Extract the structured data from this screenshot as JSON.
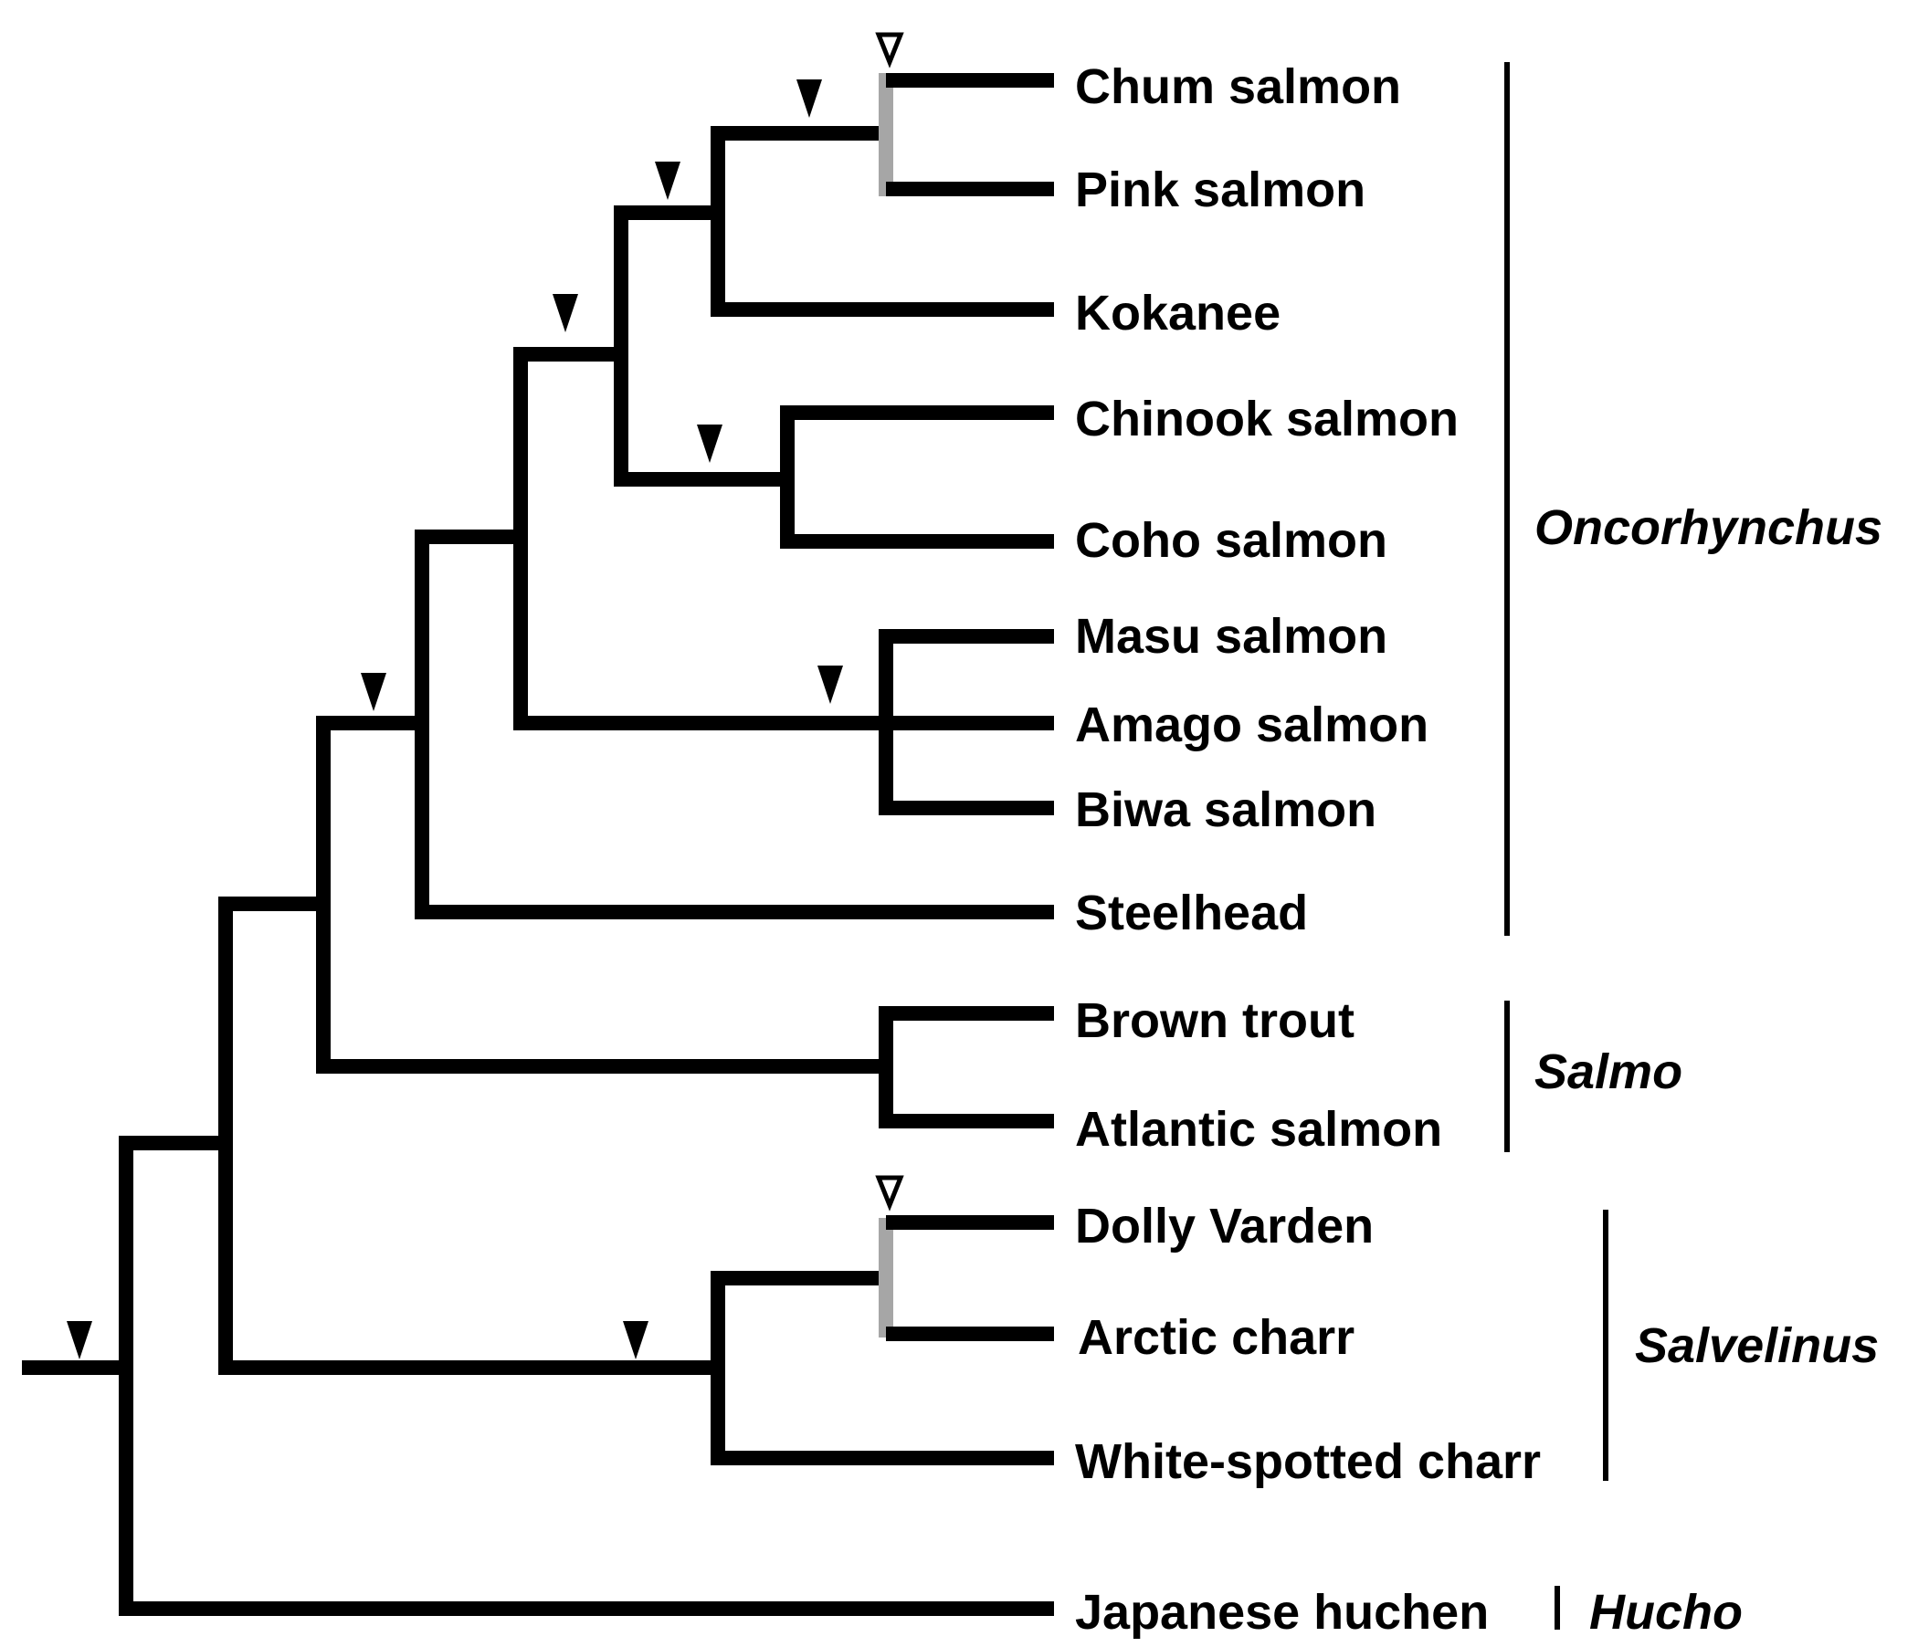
{
  "taxa": [
    "Chum salmon",
    "Pink salmon",
    "Kokanee",
    "Chinook salmon",
    "Coho salmon",
    "Masu salmon",
    "Amago salmon",
    "Biwa salmon",
    "Steelhead",
    "Brown trout",
    "Atlantic salmon",
    "Dolly Varden",
    "Arctic charr",
    "White-spotted charr",
    "Japanese huchen"
  ],
  "genera": [
    "Oncorhynchus",
    "Salmo",
    "Salvelinus",
    "Hucho"
  ],
  "colors": {
    "branch": "#000000",
    "polytomy_highlight": "#a6a6a6",
    "marker_filled": "#000000",
    "marker_open": "#ffffff"
  },
  "legend_markers": {
    "filled": "filled-triangle",
    "open": "open-triangle"
  }
}
